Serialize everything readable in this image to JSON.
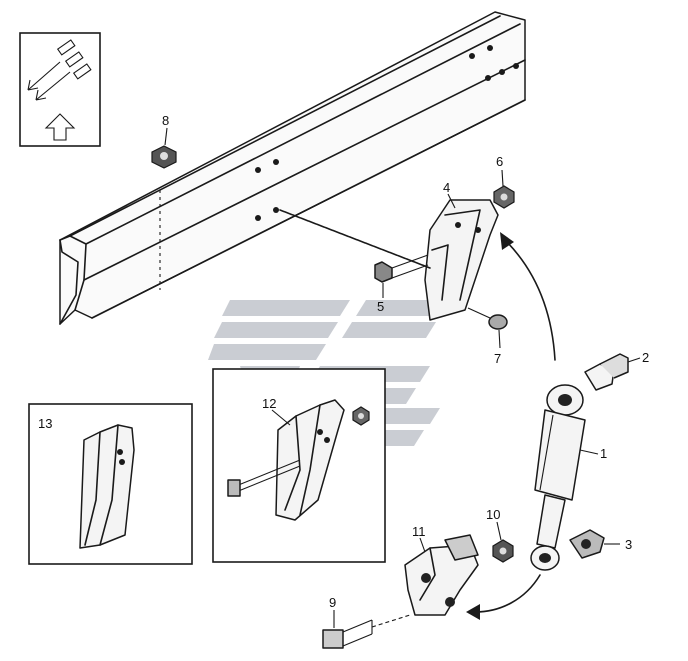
{
  "callouts": {
    "c1": "1",
    "c2": "2",
    "c3": "3",
    "c4": "4",
    "c5": "5",
    "c6": "6",
    "c7": "7",
    "c8": "8",
    "c9": "9",
    "c10": "10",
    "c11": "11",
    "c12": "12",
    "c13": "13"
  },
  "colors": {
    "line": "#1a1a1a",
    "watermark": "#b8bcc4",
    "background": "#ffffff"
  },
  "icons": {
    "orientation": "orientation-arrows-icon",
    "watermark": "logo-watermark-icon"
  }
}
